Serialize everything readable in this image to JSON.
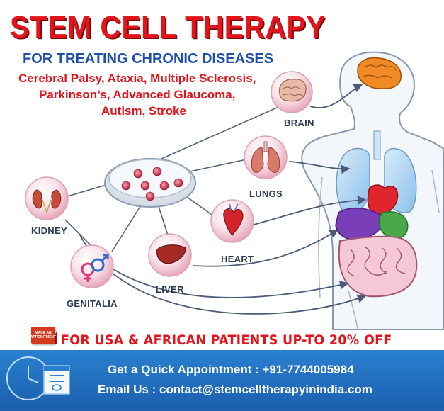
{
  "title": "STEM CELL THERAPY",
  "subtitle": "FOR TREATING CHRONIC DISEASES",
  "diseases": {
    "line1": "Cerebral Palsy, Ataxia, Multiple Sclerosis,",
    "line2": "Parkinson’s, Advanced Glaucoma,",
    "line3": "Autism, Stroke"
  },
  "organs": {
    "brain": "BRAIN",
    "lungs": "LUNGS",
    "kidney": "KIDNEY",
    "heart": "HEART",
    "liver": "LIVER",
    "genitalia": "GENITALIA"
  },
  "appointment_badge": {
    "line1": "MAKE AN",
    "line2": "APPOINTMENT"
  },
  "offer": "FOR USA & AFRICAN PATIENTS UP-TO 20% OFF",
  "contact": {
    "appointment": "Get a Quick Appointment : +91-7744005984",
    "email": "Email Us : contact@stemcelltherapyinindia.com"
  },
  "colors": {
    "title_red": "#e3141b",
    "subtitle_blue": "#1f4fa8",
    "banner_blue": "#2170c0",
    "organ_circle": "#f7dbe3"
  },
  "icons": [
    "brain-icon",
    "lungs-icon",
    "kidney-icon",
    "heart-icon",
    "liver-icon",
    "gender-icon",
    "petri-dish-icon",
    "calendar-icon",
    "clock-icon"
  ]
}
